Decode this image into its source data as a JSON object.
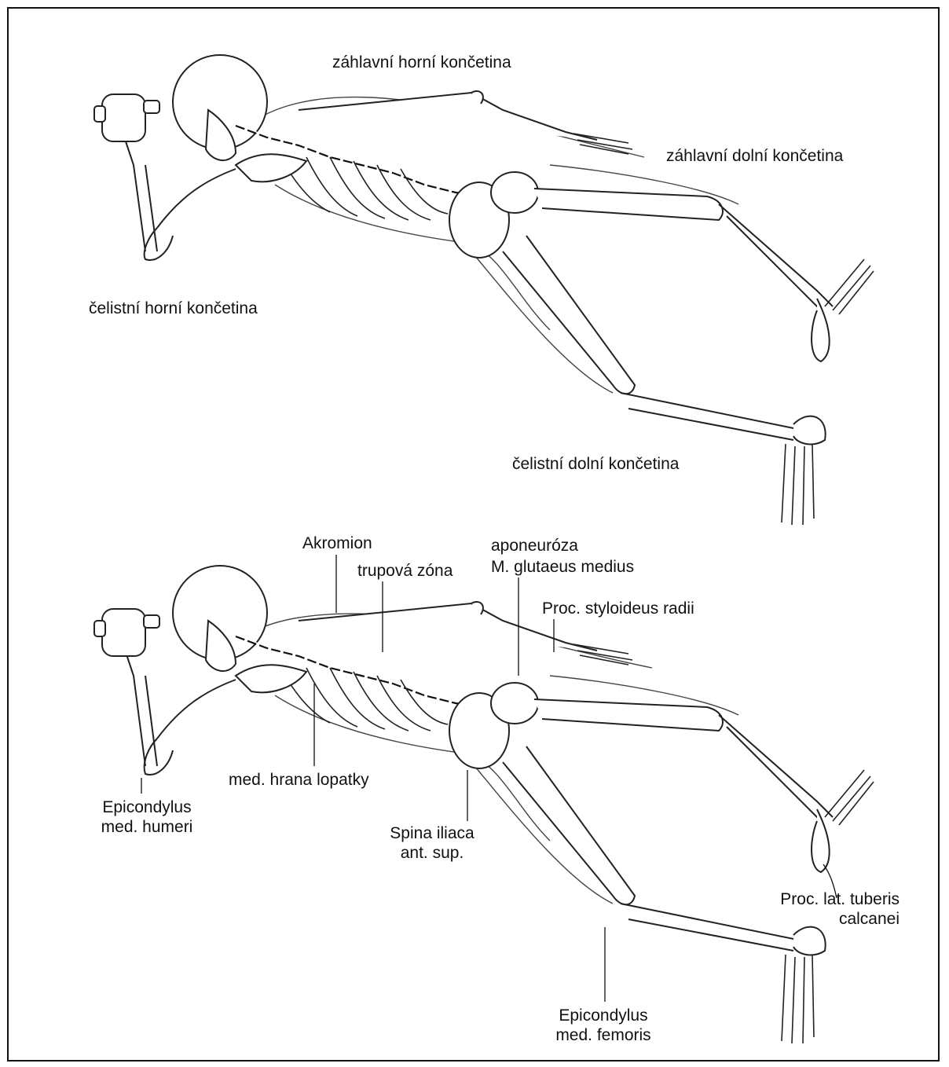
{
  "labels": {
    "top": {
      "zahlavni_horni": "záhlavní horní končetina",
      "zahlavni_dolni": "záhlavní dolní končetina",
      "celistni_horni": "čelistní horní končetina",
      "celistni_dolni": "čelistní dolní končetina"
    },
    "bottom": {
      "akromion": "Akromion",
      "trupova_zona": "trupová zóna",
      "aponeuroza": "aponeuróza",
      "glutaeus": "M. glutaeus medius",
      "styloideus": "Proc. styloideus radii",
      "med_hrana": "med. hrana lopatky",
      "epicondylus_humeri_1": "Epicondylus",
      "epicondylus_humeri_2": "med. humeri",
      "spina_1": "Spina iliaca",
      "spina_2": "ant. sup.",
      "tuberis_1": "Proc. lat. tuberis",
      "tuberis_2": "calcanei",
      "epicondylus_femoris_1": "Epicondylus",
      "epicondylus_femoris_2": "med. femoris"
    }
  }
}
